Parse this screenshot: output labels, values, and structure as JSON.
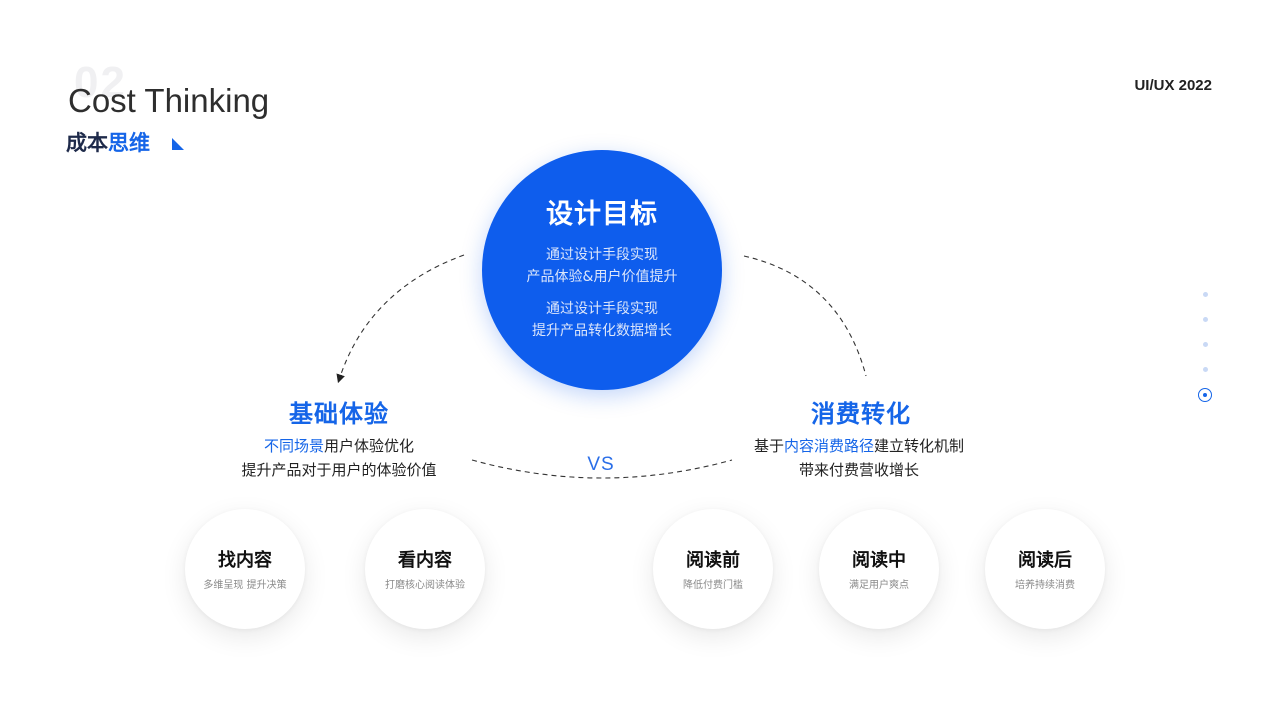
{
  "header": {
    "section_number": "02",
    "title_en": "Cost Thinking",
    "title_cn_part1": "成本",
    "title_cn_part2": "思维",
    "tag": "UI/UX 2022"
  },
  "goal": {
    "title": "设计目标",
    "lines": [
      "通过设计手段实现",
      "产品体验&用户价值提升",
      "通过设计手段实现",
      "提升产品转化数据增长"
    ]
  },
  "left": {
    "title": "基础体验",
    "desc1_highlight": "不同场景",
    "desc1_rest": "用户体验优化",
    "desc2": "提升产品对于用户的体验价值"
  },
  "right": {
    "title": "消费转化",
    "desc1_pre": "基于",
    "desc1_highlight": "内容消费路径",
    "desc1_post": "建立转化机制",
    "desc2": "带来付费营收增长"
  },
  "vs": "VS",
  "stages": [
    {
      "title": "找内容",
      "sub": "多维呈现 提升决策"
    },
    {
      "title": "看内容",
      "sub": "打磨核心阅读体验"
    },
    {
      "title": "阅读前",
      "sub": "降低付费门槛"
    },
    {
      "title": "阅读中",
      "sub": "满足用户爽点"
    },
    {
      "title": "阅读后",
      "sub": "培养持续消费"
    }
  ],
  "pager": {
    "total": 5,
    "active_index": 4
  },
  "colors": {
    "accent": "#1565e8",
    "goal_fill": "#0e5ded"
  },
  "icons": {
    "title_marker": "triangle-marker-icon",
    "pager_active": "ring-dot-icon"
  }
}
